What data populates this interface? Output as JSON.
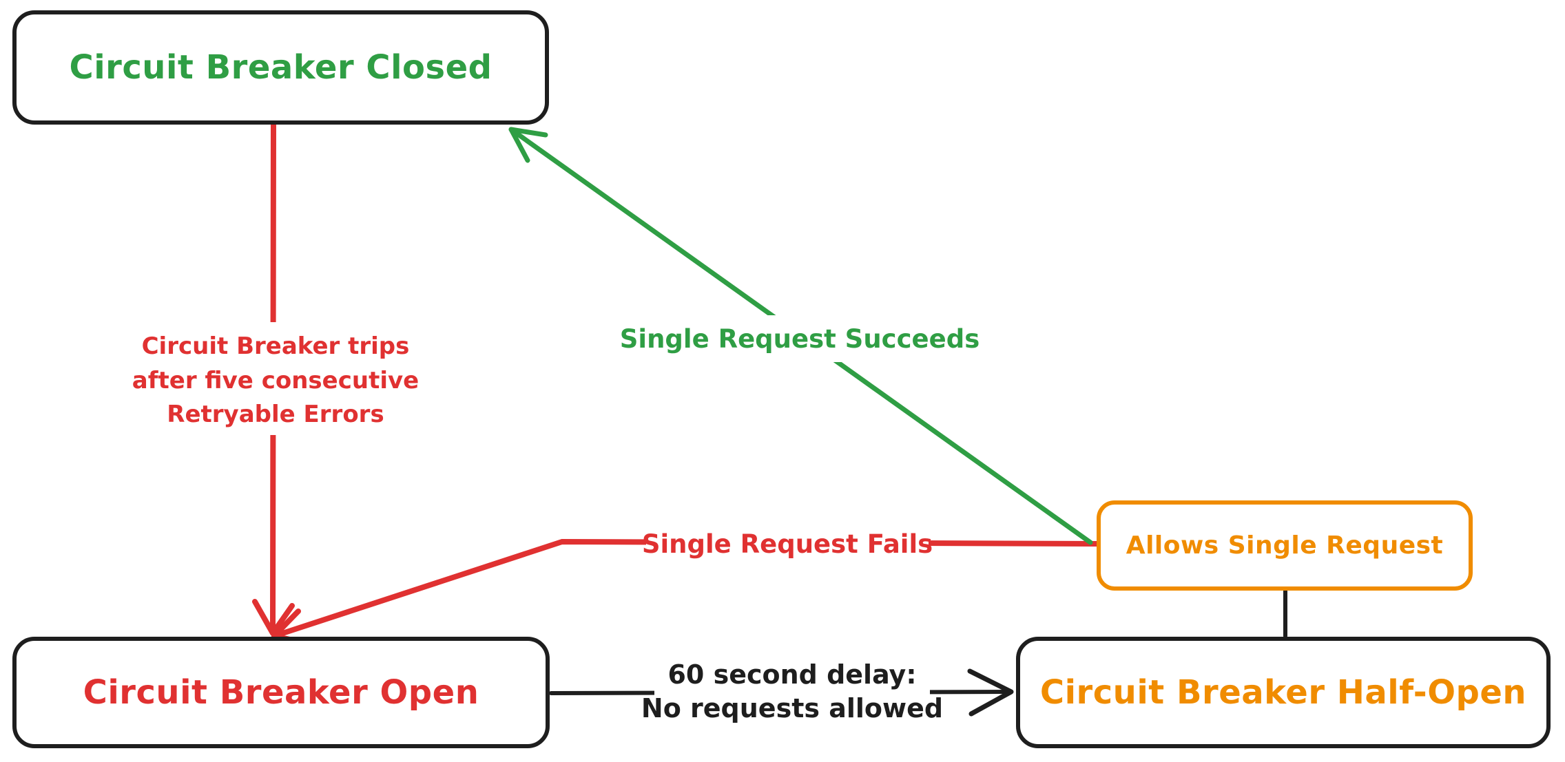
{
  "title": "Circuit Breaker State Diagram",
  "colors": {
    "green": "#2f9e44",
    "red": "#e03131",
    "orange": "#f08c00",
    "black": "#1e1e1e"
  },
  "states": {
    "closed": {
      "label": "Circuit Breaker Closed"
    },
    "open": {
      "label": "Circuit Breaker Open"
    },
    "half_open": {
      "label": "Circuit Breaker Half-Open"
    },
    "allows": {
      "label": "Allows Single Request"
    }
  },
  "transitions": {
    "trips": {
      "from": "closed",
      "to": "open",
      "label_lines": [
        "Circuit Breaker trips",
        "after five consecutive",
        "Retryable Errors"
      ]
    },
    "succeeds": {
      "from": "allows",
      "to": "closed",
      "label": "Single Request Succeeds"
    },
    "fails": {
      "from": "allows",
      "to": "open",
      "label": "Single Request Fails"
    },
    "delay": {
      "from": "open",
      "to": "half_open",
      "label_lines": [
        "60 second delay:",
        "No requests allowed"
      ]
    },
    "allows_link": {
      "from": "half_open",
      "to": "allows",
      "label": ""
    }
  }
}
